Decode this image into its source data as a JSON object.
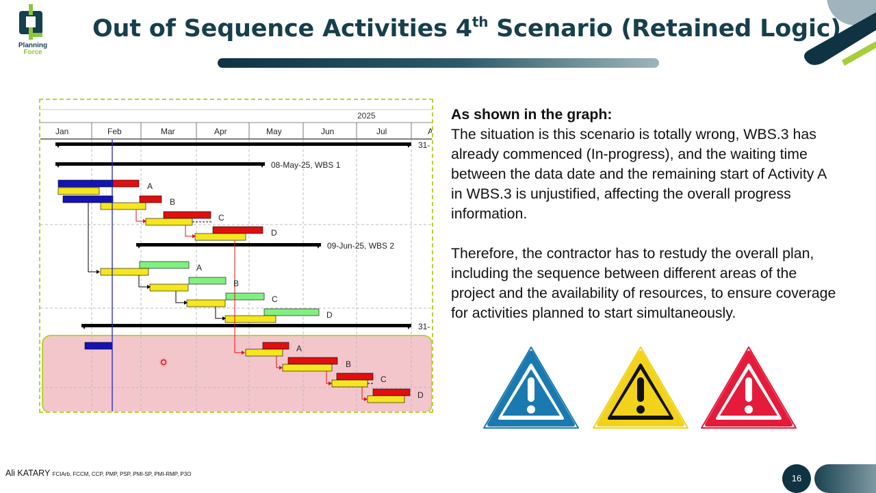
{
  "title": {
    "main": "Out of Sequence Activities 4",
    "sup": "th",
    "rest": " Scenario (Retained Logic)"
  },
  "logo": {
    "line1": "Planning",
    "line2": "Force"
  },
  "gantt": {
    "year": "2025",
    "months": [
      "Jan",
      "Feb",
      "Mar",
      "Apr",
      "May",
      "Jun",
      "Jul",
      "A"
    ],
    "milestone_labels": [
      "31-",
      "08-May-25, WBS 1",
      "09-Jun-25, WBS 2",
      "31-"
    ],
    "activity_labels": [
      "A",
      "B",
      "C",
      "D",
      "A",
      "B",
      "C",
      "D",
      "A",
      "B",
      "C",
      "D"
    ],
    "colors": {
      "actual": "#1414b4",
      "critical": "#e01010",
      "remaining": "#f5e61e",
      "noncritical": "#80f080",
      "summary": "#000000",
      "highlight": "#f3c6cc",
      "datadate": "#2020c0"
    }
  },
  "text": {
    "heading": "As shown in the graph:",
    "para1": "The situation is this scenario is totally wrong, WBS.3 has already commenced (In-progress), and the waiting time between the data date and the remaining start of Activity A in WBS.3 is unjustified, affecting the overall progress information.",
    "para2": "Therefore, the contractor has to restudy the overall plan, including the sequence between different areas of the project and the availability of resources, to ensure coverage for activities planned to start simultaneously."
  },
  "warning_icons": [
    {
      "name": "warning-blue-icon",
      "color": "#1a7ab0"
    },
    {
      "name": "warning-yellow-icon",
      "color": "#f2d21b"
    },
    {
      "name": "warning-red-icon",
      "color": "#e41b3a"
    }
  ],
  "footer": {
    "author": "Ali KATARY",
    "credentials": "FCIArb, FCCM, CCP, PMP, PSP, PMI-SP, PMI-RMP, P3O",
    "page": "16"
  }
}
